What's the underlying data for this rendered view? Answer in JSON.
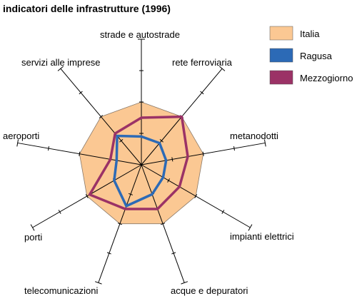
{
  "chart_data": {
    "type": "radar",
    "title": "indicatori delle infrastrutture (1996)",
    "axes": [
      "strade e autostrade",
      "rete ferroviaria",
      "metanodotti",
      "impianti elettrici",
      "acque e depuratori",
      "telecomunicazioni",
      "porti",
      "aeroporti",
      "servizi alle imprese"
    ],
    "range": [
      0,
      200
    ],
    "ticks": [
      50,
      100,
      150
    ],
    "series": [
      {
        "name": "Italia",
        "color": "#FBC893",
        "values": [
          100,
          100,
          100,
          100,
          100,
          100,
          100,
          100,
          100
        ]
      },
      {
        "name": "Ragusa",
        "color": "#2C6AB6",
        "values": [
          45,
          45,
          40,
          40,
          50,
          70,
          50,
          40,
          60
        ]
      },
      {
        "name": "Mezzogiorno",
        "color": "#9B3266",
        "values": [
          75,
          100,
          75,
          70,
          75,
          75,
          95,
          50,
          65
        ]
      }
    ],
    "legend_position": "top-right"
  }
}
